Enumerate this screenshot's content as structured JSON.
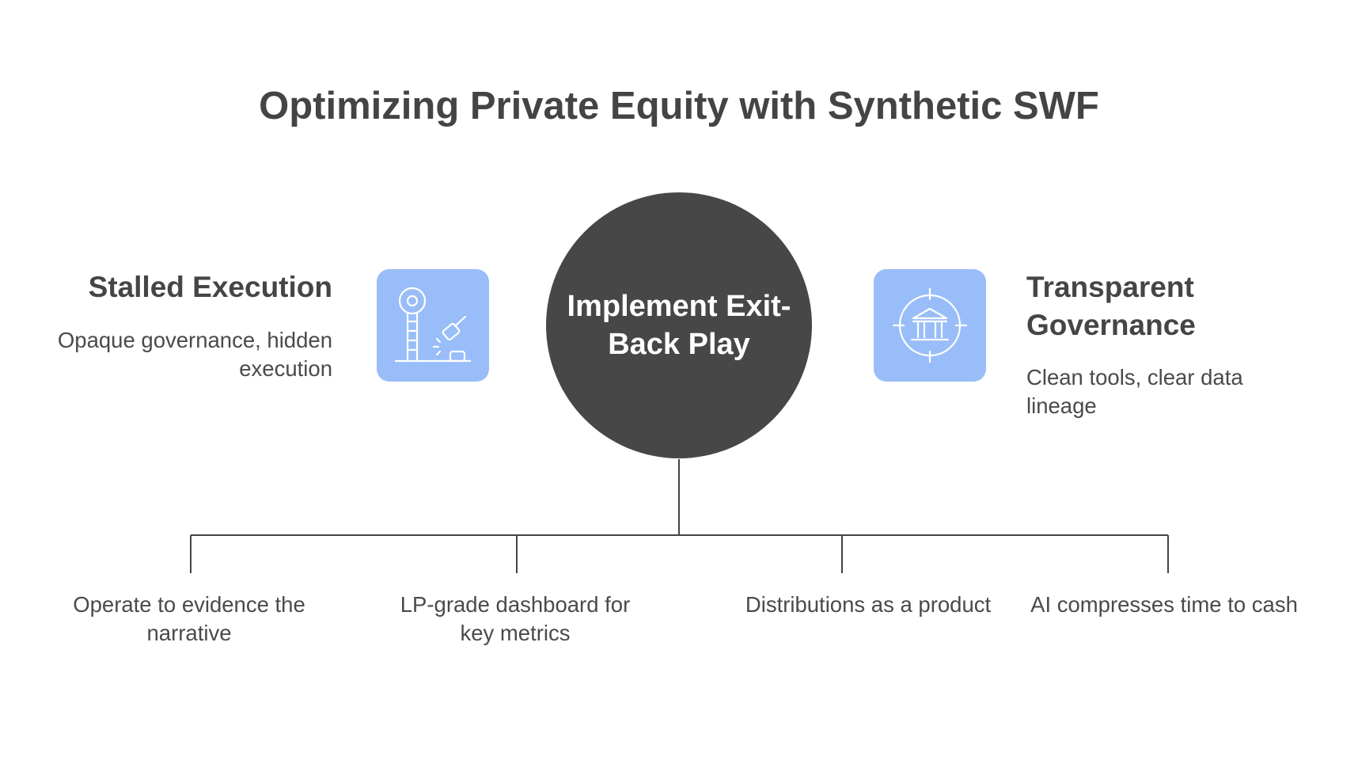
{
  "title": "Optimizing Private Equity with Synthetic SWF",
  "hub": {
    "label": "Implement Exit-Back Play",
    "color": "#474747"
  },
  "left": {
    "heading": "Stalled Execution",
    "text": "Opaque governance, hidden execution",
    "icon": "test-of-strength-hammer-icon"
  },
  "right": {
    "heading": "Transparent Governance",
    "text": "Clean tools, clear data lineage",
    "icon": "bank-target-icon"
  },
  "branches": [
    {
      "text": "Operate to evidence the narrative"
    },
    {
      "text": "LP-grade dashboard for key metrics"
    },
    {
      "text": "Distributions as a product"
    },
    {
      "text": "AI compresses time to cash"
    }
  ],
  "colors": {
    "icon_tile": "#99bdf8",
    "text": "#444444",
    "lines": "#444444"
  }
}
